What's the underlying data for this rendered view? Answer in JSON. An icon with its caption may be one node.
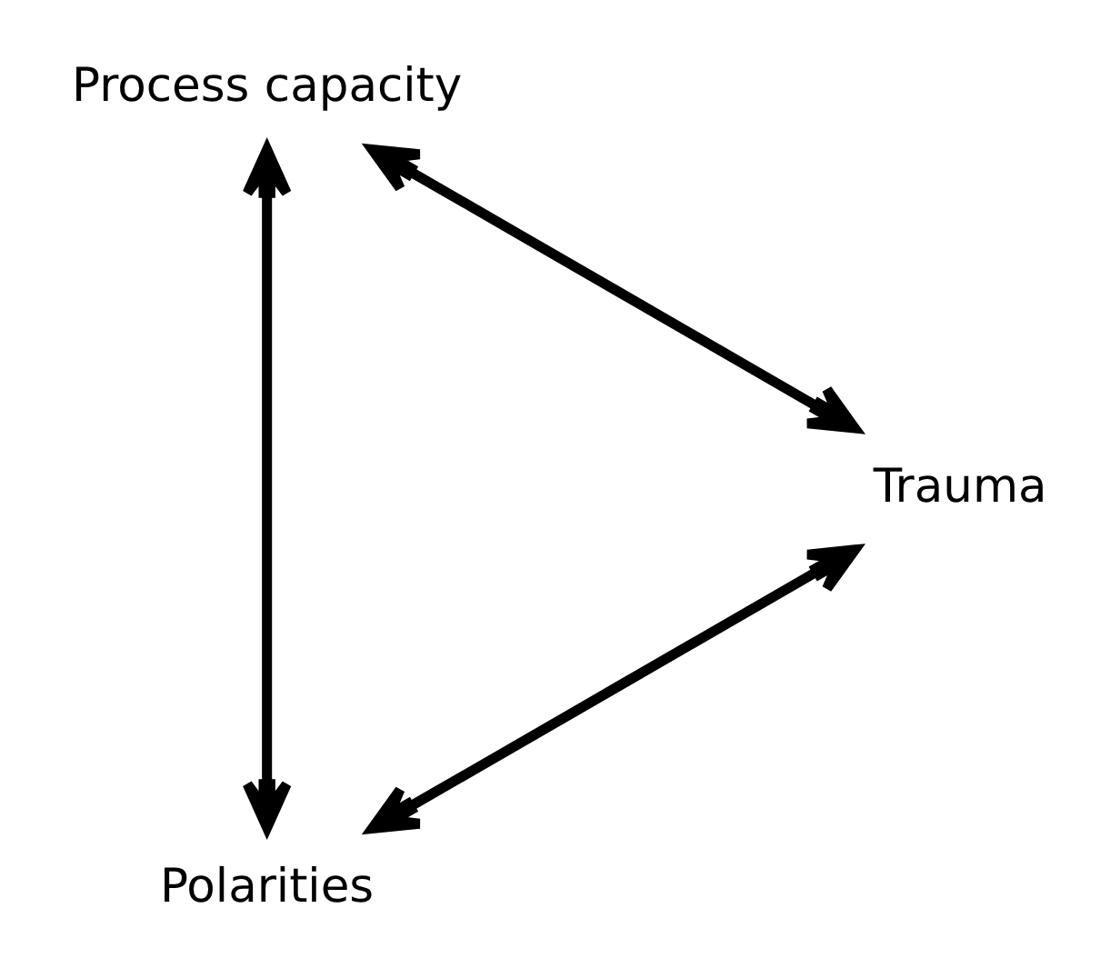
{
  "diagram": {
    "nodes": [
      {
        "text": [
          "Polarities"
        ]
      },
      {
        "text": [
          "Trauma"
        ]
      },
      {
        "text": [
          "Process capacity"
        ]
      }
    ],
    "edges": [
      {
        "from": 1,
        "to": 0,
        "arrow": "both"
      },
      {
        "from": 0,
        "to": 2,
        "arrow": "both"
      },
      {
        "from": 1,
        "to": 2,
        "arrow": "both"
      }
    ]
  }
}
